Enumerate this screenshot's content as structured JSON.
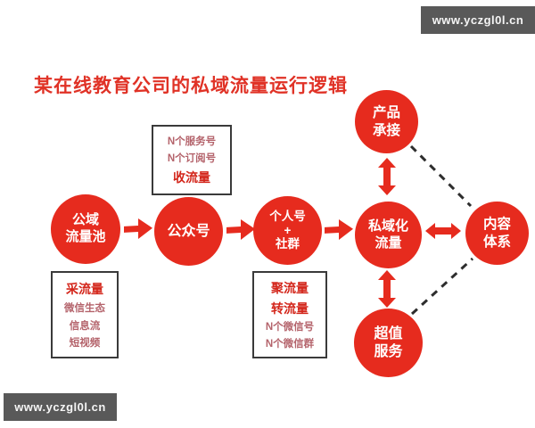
{
  "title": "某在线教育公司的私域流量运行逻辑",
  "watermarks": {
    "top_right": "www.yczgl0l.cn",
    "bottom_left": "www.yczgl0l.cn"
  },
  "colors": {
    "node_red": "#e62b1e",
    "title_red": "#e03226",
    "strong_text_red": "#d3251a",
    "muted_text_rose": "#b4636b",
    "badge_gray": "#595959",
    "dash_dark": "#2d2d2d"
  },
  "diagram": {
    "nodes": [
      {
        "id": "public-traffic-pool",
        "lines": [
          "公域",
          "流量池"
        ]
      },
      {
        "id": "official-account",
        "lines": [
          "公众号"
        ]
      },
      {
        "id": "personal-community",
        "lines": [
          "个人号",
          "+",
          "社群"
        ]
      },
      {
        "id": "privatized-traffic",
        "lines": [
          "私域化",
          "流量"
        ]
      },
      {
        "id": "content-system",
        "lines": [
          "内容",
          "体系"
        ]
      },
      {
        "id": "product-undertake",
        "lines": [
          "产品",
          "承接"
        ]
      },
      {
        "id": "premium-service",
        "lines": [
          "超值",
          "服务"
        ]
      }
    ],
    "boxes": [
      {
        "id": "collect-traffic",
        "items": [
          {
            "text": "采流量"
          },
          {
            "text": "微信生态"
          },
          {
            "text": "信息流"
          },
          {
            "text": "短视频"
          }
        ]
      },
      {
        "id": "receive-traffic",
        "items": [
          {
            "text": "N个服务号"
          },
          {
            "text": "N个订阅号"
          },
          {
            "text": "收流量"
          }
        ]
      },
      {
        "id": "gather-traffic",
        "items": [
          {
            "text": "聚流量"
          },
          {
            "text": "转流量"
          },
          {
            "text": "N个微信号"
          },
          {
            "text": "N个微信群"
          }
        ]
      }
    ],
    "connections": [
      "公域流量池 → 公众号",
      "公众号 → 个人号+社群",
      "个人号+社群 → 私域化流量",
      "私域化流量 ↔ 内容体系",
      "私域化流量 ↕ 产品承接",
      "私域化流量 ↕ 超值服务",
      "产品承接 ┈ 内容体系",
      "超值服务 ┈ 内容体系"
    ]
  }
}
